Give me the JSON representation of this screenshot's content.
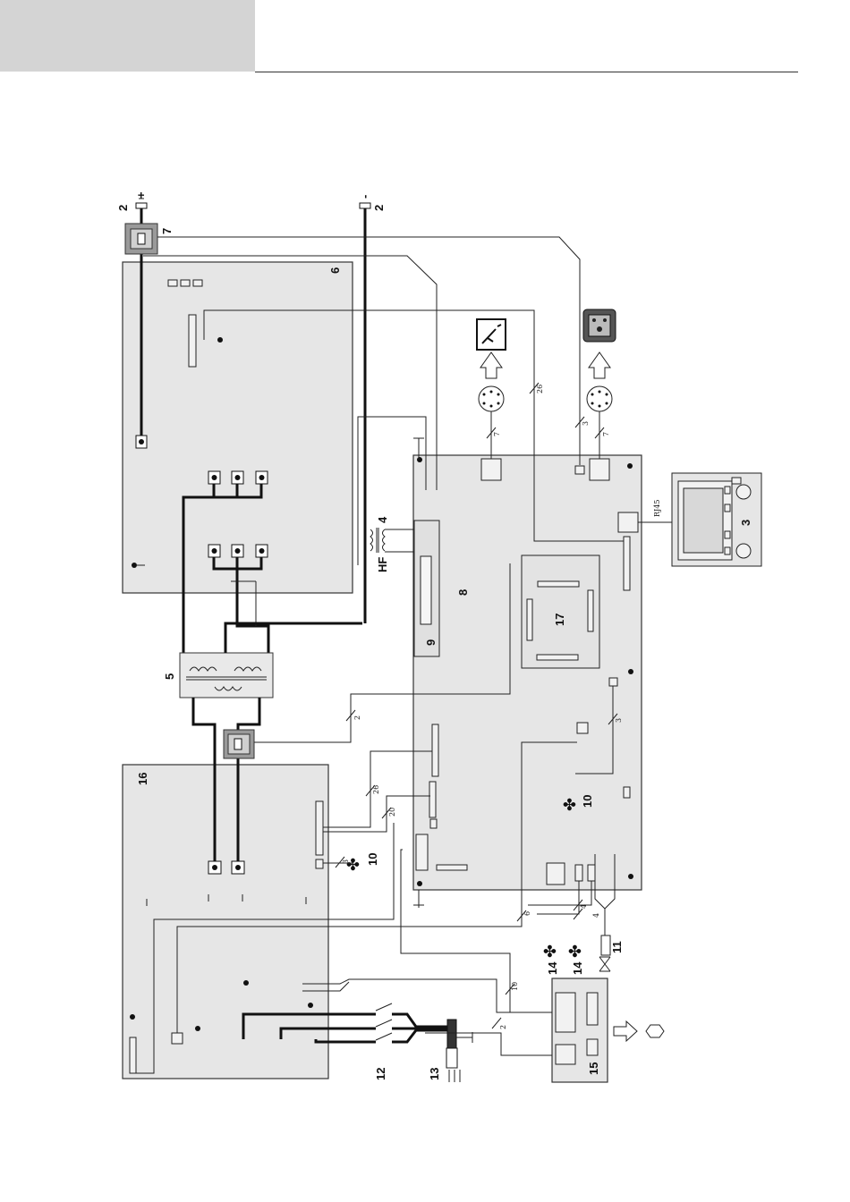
{
  "labels": {
    "pos_terminal_num": "2",
    "pos_sign": "+",
    "neg_terminal_num": "2",
    "neg_sign": "-",
    "socket": "7",
    "power_board": "6",
    "hf_unit": "4",
    "hf": "HF",
    "transformer": "5",
    "control_board": "8",
    "display_board": "9",
    "microcontroller": "17",
    "panel": "3",
    "rj45": "RJ45",
    "primary_board": "16",
    "fan_a": "10",
    "fan_b": "10",
    "valve": "11",
    "fan_c": "14",
    "fan_d": "14",
    "switch": "12",
    "plug": "13",
    "cooling_unit": "15"
  },
  "wire_counts": {
    "c26a": "26",
    "c7a": "7",
    "c3a": "3",
    "c7b": "7",
    "c2a": "2",
    "c3b": "3",
    "c26b": "26",
    "c20": "20",
    "c3c": "3",
    "c6": "6",
    "c4a": "4",
    "c4b": "4",
    "c10": "10",
    "c2b": "2"
  }
}
